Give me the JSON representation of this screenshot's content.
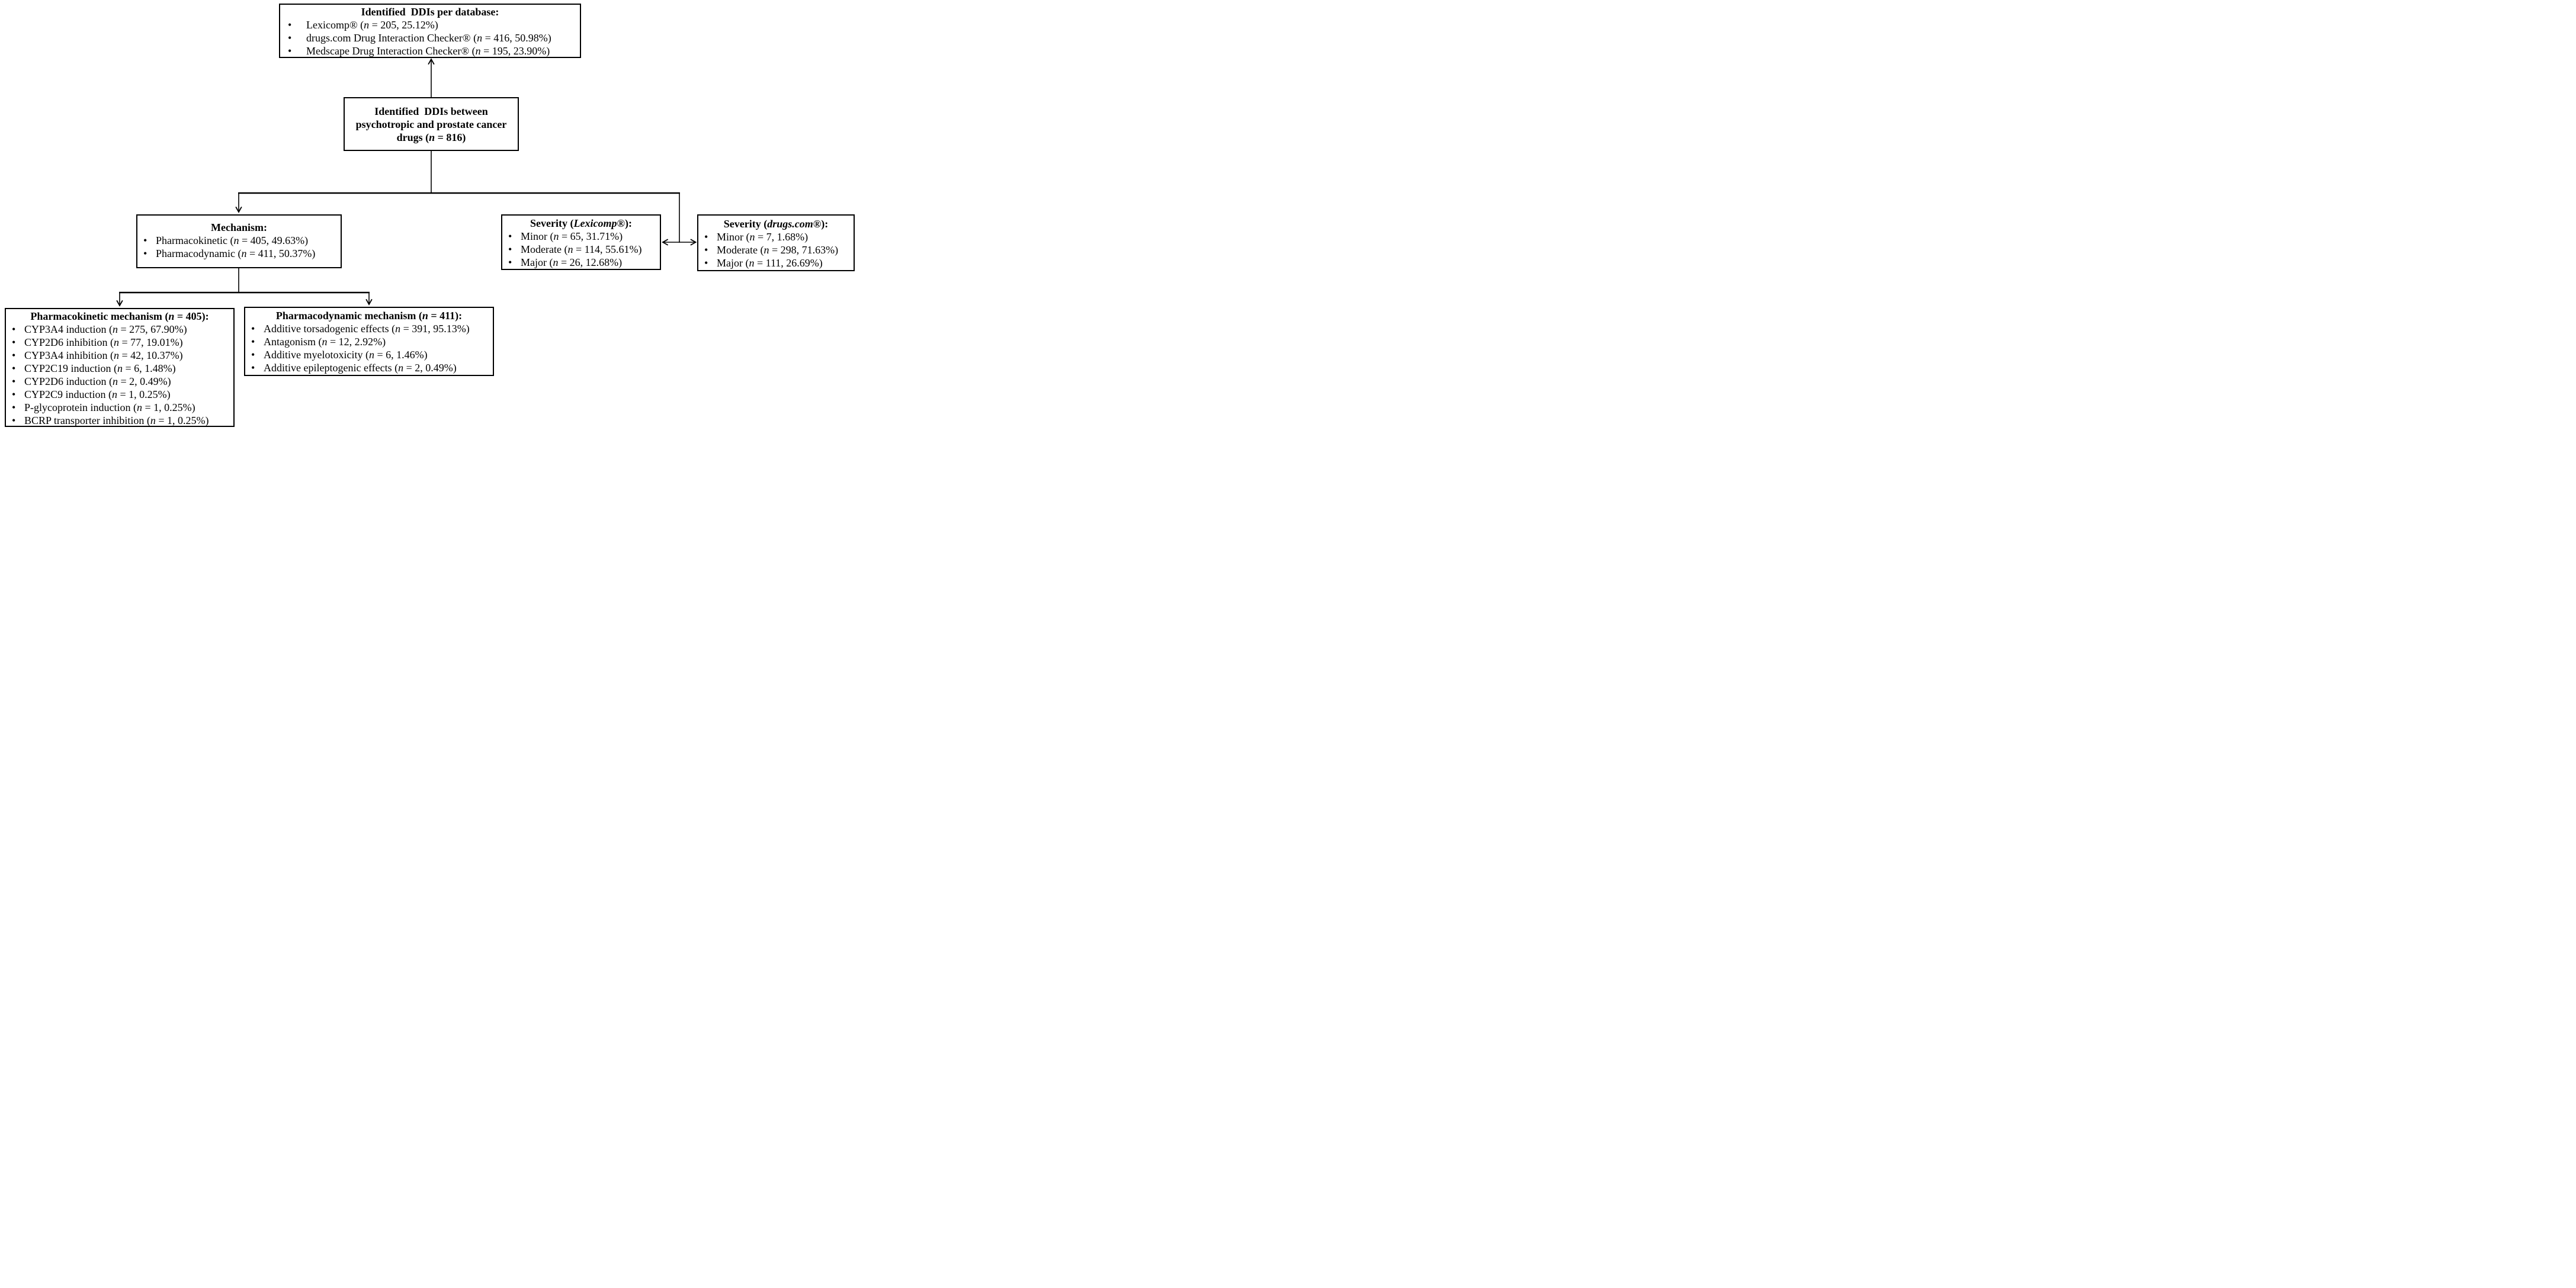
{
  "diagram": {
    "bullet_char": "•",
    "colors": {
      "line": "#000000",
      "text": "#000000",
      "background": "#ffffff"
    },
    "database_box": {
      "title": "Identified  DDIs per database:",
      "items": [
        "Lexicomp® (n = 205, 25.12%)",
        "drugs.com Drug Interaction Checker® (n = 416, 50.98%)",
        "Medscape Drug Interaction Checker® (n = 195, 23.90%)"
      ]
    },
    "total_box": {
      "line1": "Identified  DDIs between",
      "line2": "psychotropic and prostate cancer",
      "line3": "drugs (n = 816)"
    },
    "mechanism_box": {
      "title": "Mechanism:",
      "items": [
        "Pharmacokinetic (n = 405, 49.63%)",
        "Pharmacodynamic (n = 411, 50.37%)"
      ]
    },
    "severity_lexicomp_box": {
      "title_prefix": "Severity (",
      "title_db": "Lexicomp®",
      "title_suffix": "):",
      "items": [
        "Minor (n = 65, 31.71%)",
        "Moderate (n = 114, 55.61%)",
        "Major (n = 26, 12.68%)"
      ]
    },
    "severity_drugscom_box": {
      "title_prefix": "Severity (",
      "title_db": "drugs.com®",
      "title_suffix": "):",
      "items": [
        "Minor (n = 7, 1.68%)",
        "Moderate (n = 298, 71.63%)",
        "Major (n = 111, 26.69%)"
      ]
    },
    "pk_box": {
      "title": "Pharmacokinetic mechanism (n = 405):",
      "items": [
        "CYP3A4 induction (n = 275, 67.90%)",
        "CYP2D6 inhibition (n = 77, 19.01%)",
        "CYP3A4 inhibition (n = 42, 10.37%)",
        "CYP2C19 induction (n = 6, 1.48%)",
        "CYP2D6 induction (n = 2, 0.49%)",
        "CYP2C9 induction (n = 1, 0.25%)",
        "P-glycoprotein induction (n = 1, 0.25%)",
        "BCRP transporter inhibition (n = 1, 0.25%)"
      ]
    },
    "pd_box": {
      "title": "Pharmacodynamic mechanism (n = 411):",
      "items": [
        "Additive torsadogenic effects (n = 391, 95.13%)",
        "Antagonism (n = 12, 2.92%)",
        "Additive myelotoxicity (n = 6, 1.46%)",
        "Additive epileptogenic effects (n = 2, 0.49%)"
      ]
    }
  }
}
